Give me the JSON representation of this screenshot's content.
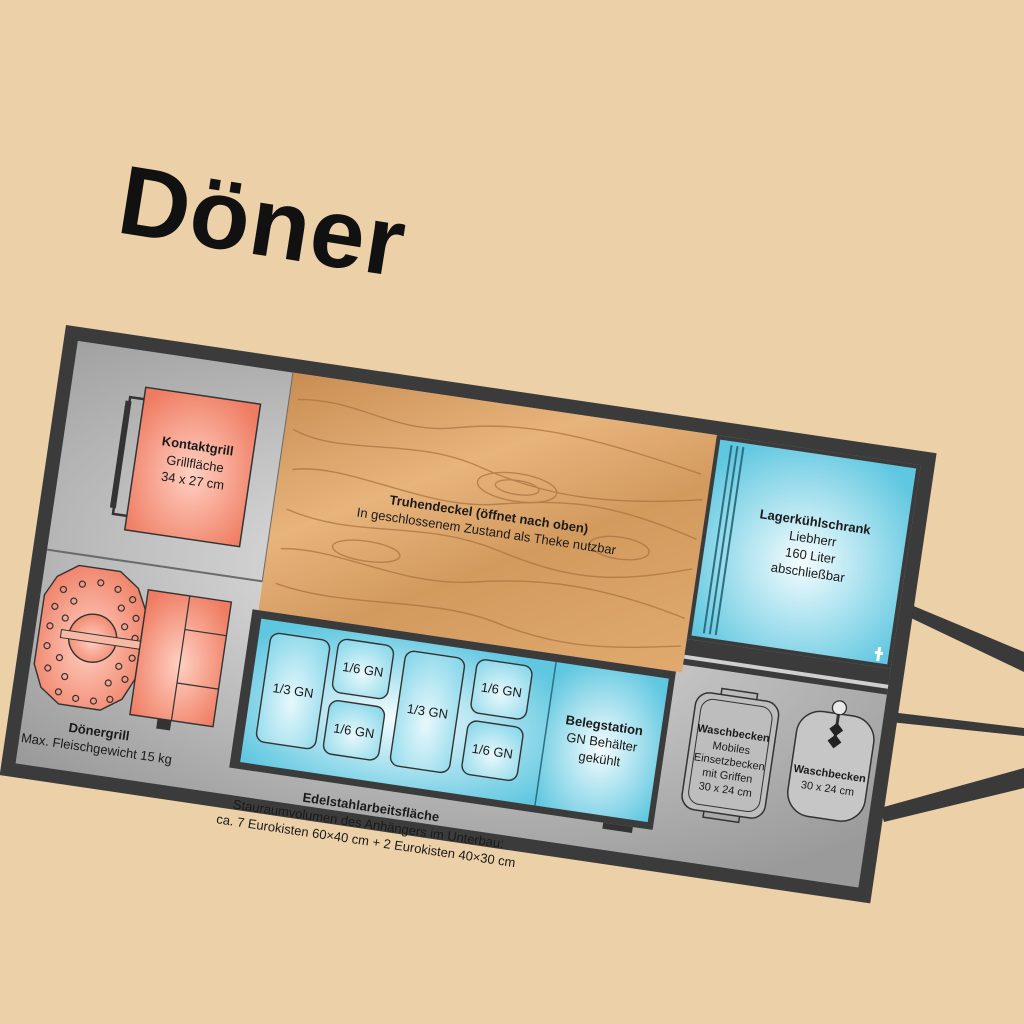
{
  "title": "Döner",
  "colors": {
    "background": "#ecd0a8",
    "frame": "#3a3a3a",
    "floor": "#a9a9a9",
    "grill": "#f08a70",
    "cooling": "#7fd3e6",
    "wood": "#d9a06a"
  },
  "kontaktgrill": {
    "name": "Kontaktgrill",
    "line1": "Grillfläche",
    "line2": "34 x 27 cm"
  },
  "truhendeckel": {
    "name": "Truhendeckel (öffnet nach oben)",
    "line1": "In geschlossenem Zustand als Theke nutzbar"
  },
  "kuehlschrank": {
    "name": "Lagerkühlschrank",
    "line1": "Liebherr",
    "line2": "160 Liter",
    "line3": "abschließbar"
  },
  "gn": {
    "left_large": "1/3 GN",
    "left_small_top": "1/6 GN",
    "left_small_bottom": "1/6 GN",
    "mid_large": "1/3 GN",
    "right_small_top": "1/6 GN",
    "right_small_bottom": "1/6 GN"
  },
  "belegstation": {
    "name": "Belegstation",
    "line1": "GN Behälter",
    "line2": "gekühlt"
  },
  "doenergrill": {
    "name": "Dönergrill",
    "line1": "Max. Fleischgewicht 15 kg"
  },
  "arbeitsflaeche": {
    "name": "Edelstahlarbeitsfläche",
    "line1": "Stauraumvolumen des Anhängers im Unterbau:",
    "line2": "ca. 7 Eurokisten 60×40 cm + 2 Eurokisten  40×30 cm"
  },
  "waschbecken_mobil": {
    "name": "Waschbecken",
    "line1": "Mobiles",
    "line2": "Einsetzbecken",
    "line3": "mit Griffen",
    "line4": "30 x 24 cm"
  },
  "waschbecken": {
    "name": "Waschbecken",
    "line1": "30 x 24 cm"
  }
}
